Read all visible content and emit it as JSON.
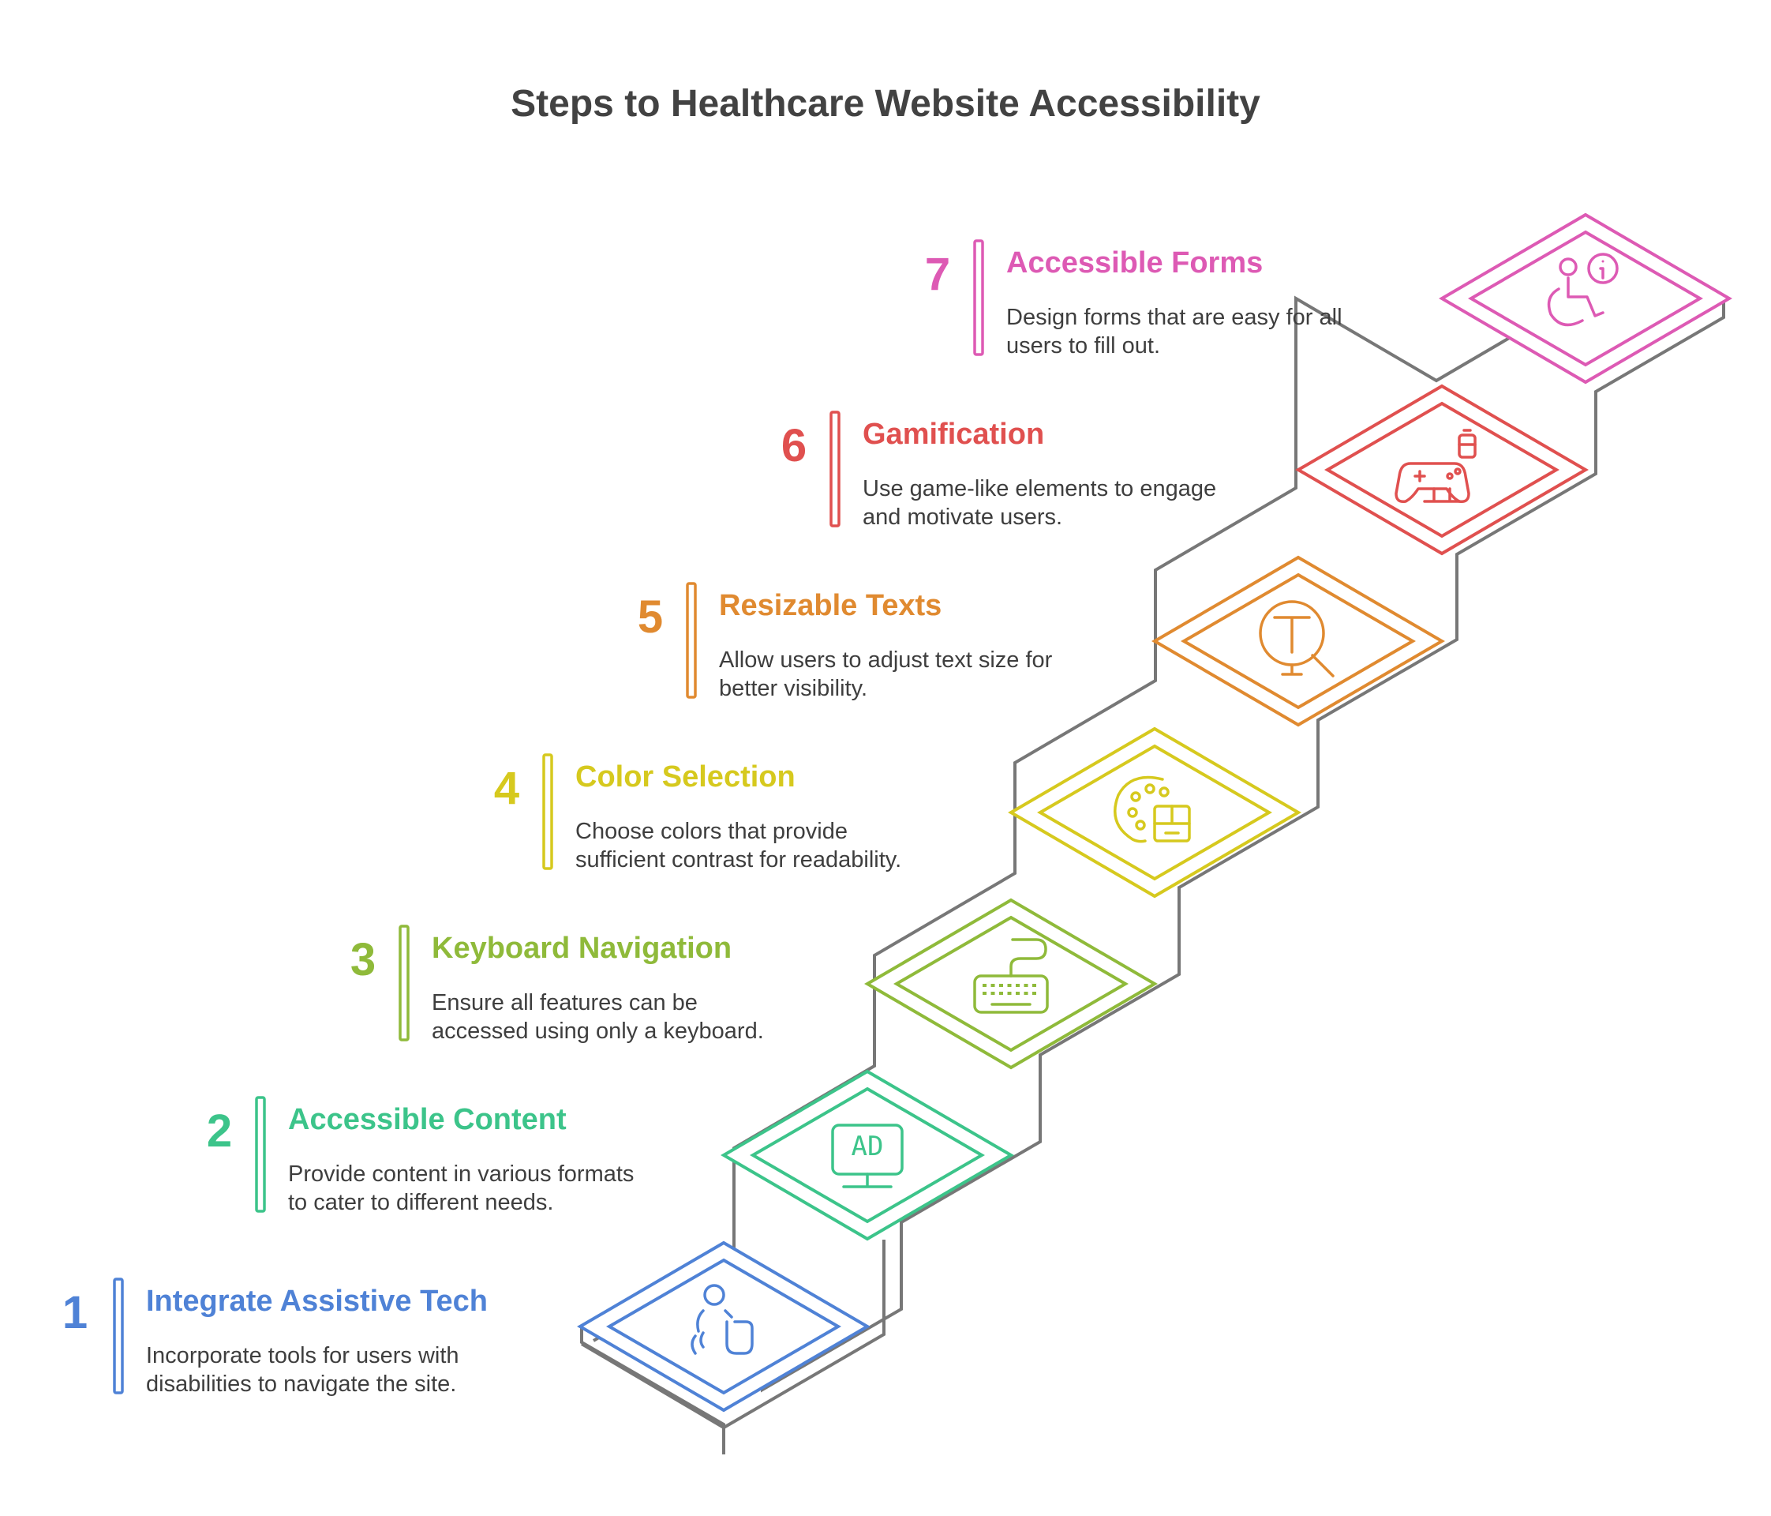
{
  "title": "Steps to Healthcare Website Accessibility",
  "steps": [
    {
      "number": "1",
      "title": "Integrate Assistive Tech",
      "desc_line1": "Incorporate tools for users with",
      "desc_line2": "disabilities to navigate the site.",
      "color": "#4f82d6",
      "icon": "assistive-touch-icon"
    },
    {
      "number": "2",
      "title": "Accessible Content",
      "desc_line1": "Provide content in various formats",
      "desc_line2": "to cater to different needs.",
      "color": "#3cc48a",
      "icon": "ad-monitor-icon"
    },
    {
      "number": "3",
      "title": "Keyboard Navigation",
      "desc_line1": "Ensure all features can be",
      "desc_line2": "accessed using only a keyboard.",
      "color": "#8fba3a",
      "icon": "keyboard-icon"
    },
    {
      "number": "4",
      "title": "Color Selection",
      "desc_line1": "Choose colors that provide",
      "desc_line2": "sufficient contrast for readability.",
      "color": "#d6c91e",
      "icon": "color-palette-icon"
    },
    {
      "number": "5",
      "title": "Resizable Texts",
      "desc_line1": "Allow users to adjust text size for",
      "desc_line2": "better visibility.",
      "color": "#e08a30",
      "icon": "text-zoom-icon"
    },
    {
      "number": "6",
      "title": "Gamification",
      "desc_line1": "Use game-like elements to engage",
      "desc_line2": "and motivate users.",
      "color": "#e0504f",
      "icon": "game-controller-icon"
    },
    {
      "number": "7",
      "title": "Accessible Forms",
      "desc_line1": "Design forms that are easy for all",
      "desc_line2": "users to fill out.",
      "color": "#dd5ab4",
      "icon": "wheelchair-info-icon"
    }
  ]
}
